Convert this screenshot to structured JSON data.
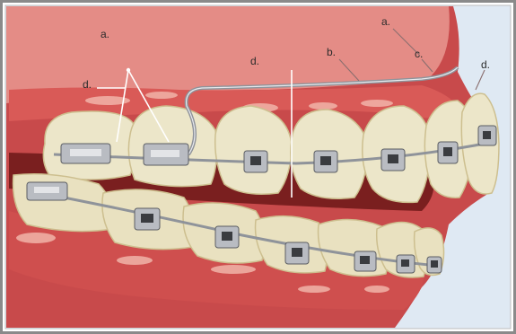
{
  "labels": {
    "a_left": "a.",
    "a_right": "a.",
    "b": "b.",
    "c": "c.",
    "d_left": "d.",
    "d_mid": "d.",
    "d_right": "d."
  },
  "colors": {
    "background_blue": "#dfe9f3",
    "gum": "#d95a57",
    "gum_dark": "#b73a3a",
    "mouth_dark": "#7a1f1f",
    "tooth": "#ece6c9",
    "tooth_shadow": "#cdbf8f",
    "bracket": "#b9bcc2",
    "bracket_dark": "#5a5d63",
    "wire": "#8f939a",
    "border": "#8a8a8a"
  }
}
